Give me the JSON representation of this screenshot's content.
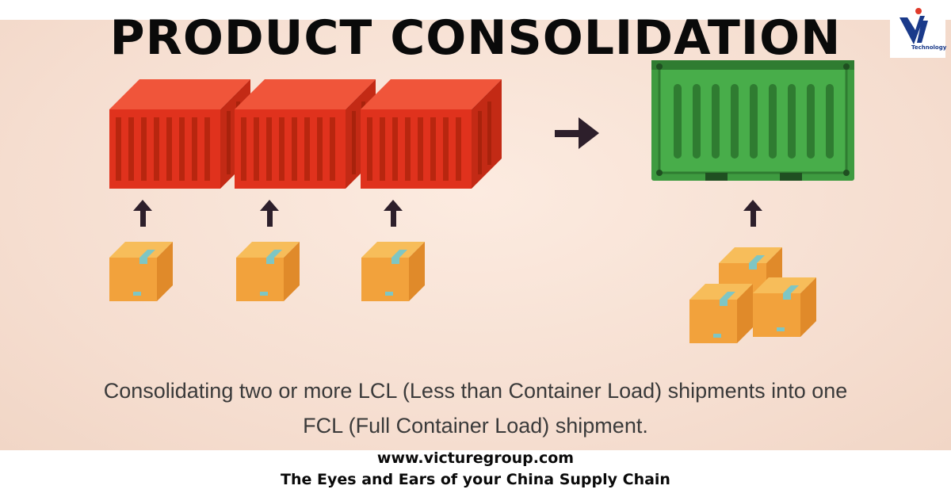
{
  "title": "PRODUCT CONSOLIDATION",
  "logo": {
    "text": "Technology",
    "icon": "victure-logo-icon"
  },
  "diagram": {
    "left_containers": 3,
    "left_boxes": 3,
    "right_boxes": 3,
    "colors": {
      "lcl_container": "#e0321d",
      "fcl_container": "#3e9b40",
      "box": "#f2a23c",
      "arrow": "#2d1f2b",
      "background": "#f7e1d3"
    }
  },
  "caption": {
    "line1": "Consolidating two or more LCL (Less than Container Load) shipments into one",
    "line2": "FCL (Full Container Load) shipment."
  },
  "footer": {
    "website": "www.victuregroup.com",
    "tagline": "The Eyes and Ears of your China Supply Chain"
  }
}
